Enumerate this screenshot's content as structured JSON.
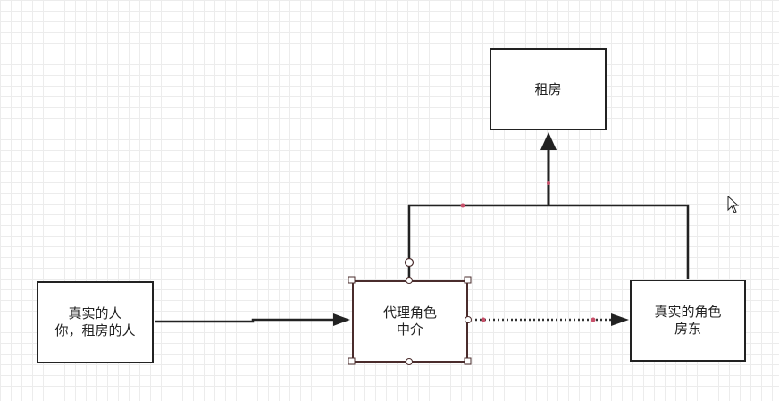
{
  "diagram": {
    "nodes": {
      "rent": {
        "label": "租房"
      },
      "proxy": {
        "line1": "代理角色",
        "line2": "中介"
      },
      "real_person": {
        "line1": "真实的人",
        "line2": "你，租房的人"
      },
      "landlord": {
        "line1": "真实的角色",
        "line2": "房东"
      }
    },
    "edges": [
      {
        "from": "real_person",
        "to": "proxy",
        "style": "solid"
      },
      {
        "from": "proxy",
        "to": "landlord",
        "style": "dotted"
      },
      {
        "from": "proxy",
        "to": "rent",
        "style": "solid"
      },
      {
        "from": "landlord",
        "to": "rent",
        "style": "solid"
      }
    ],
    "selected_node": "proxy"
  },
  "colors": {
    "line": "#222222",
    "selection_border": "#4a2c2c",
    "handle_dot": "#c8506a",
    "grid": "#ececec"
  }
}
